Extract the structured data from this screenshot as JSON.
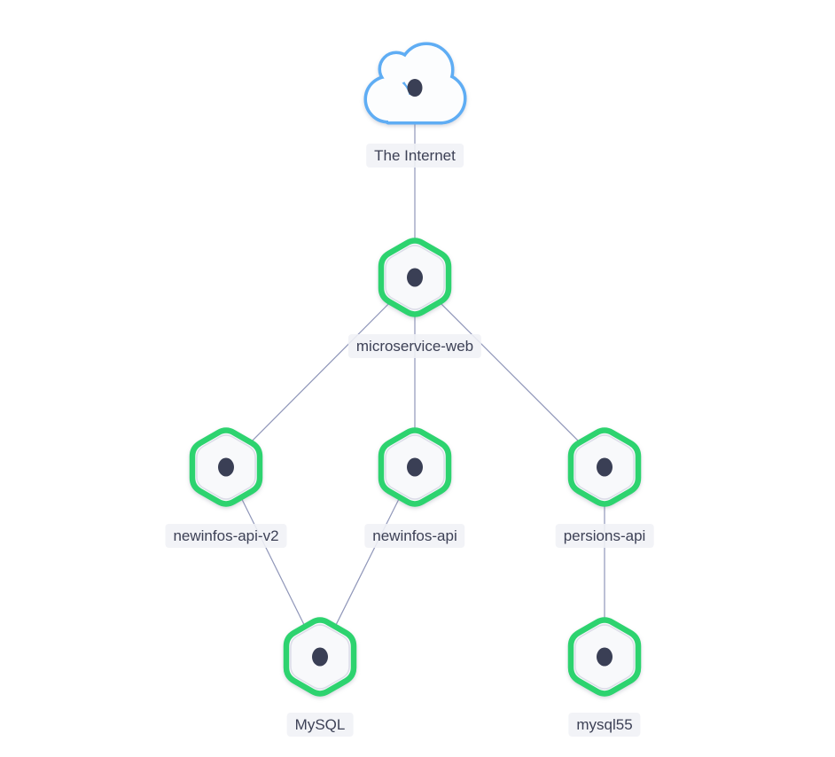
{
  "diagram": {
    "type": "service-topology-graph",
    "nodes": [
      {
        "id": "internet",
        "label": "The Internet",
        "shape": "cloud",
        "icon": "workload-dot",
        "border_color": "#5fadf4"
      },
      {
        "id": "microservice-web",
        "label": "microservice-web",
        "shape": "hexagon",
        "icon": "workload-dot",
        "border_color": "#2dd36f"
      },
      {
        "id": "newinfos-api-v2",
        "label": "newinfos-api-v2",
        "shape": "hexagon",
        "icon": "workload-dot",
        "border_color": "#2dd36f"
      },
      {
        "id": "newinfos-api",
        "label": "newinfos-api",
        "shape": "hexagon",
        "icon": "workload-dot",
        "border_color": "#2dd36f"
      },
      {
        "id": "persions-api",
        "label": "persions-api",
        "shape": "hexagon",
        "icon": "workload-dot",
        "border_color": "#2dd36f"
      },
      {
        "id": "mysql",
        "label": "MySQL",
        "shape": "hexagon",
        "icon": "workload-dot",
        "border_color": "#2dd36f"
      },
      {
        "id": "mysql55",
        "label": "mysql55",
        "shape": "hexagon",
        "icon": "workload-dot",
        "border_color": "#2dd36f"
      }
    ],
    "edges": [
      {
        "from": "internet",
        "to": "microservice-web"
      },
      {
        "from": "microservice-web",
        "to": "newinfos-api-v2"
      },
      {
        "from": "microservice-web",
        "to": "newinfos-api"
      },
      {
        "from": "microservice-web",
        "to": "persions-api"
      },
      {
        "from": "newinfos-api-v2",
        "to": "mysql"
      },
      {
        "from": "newinfos-api",
        "to": "mysql"
      },
      {
        "from": "persions-api",
        "to": "mysql55"
      }
    ],
    "colors": {
      "hexagon_border": "#2dd36f",
      "cloud_border": "#5fadf4",
      "node_fill": "#f8f9fb",
      "inner_outline": "#dcdde8",
      "dot": "#3a3f55",
      "edge": "#8f96b9",
      "label_bg": "#f0f1f6",
      "label_text": "#3d4156",
      "background": "#ffffff"
    }
  }
}
